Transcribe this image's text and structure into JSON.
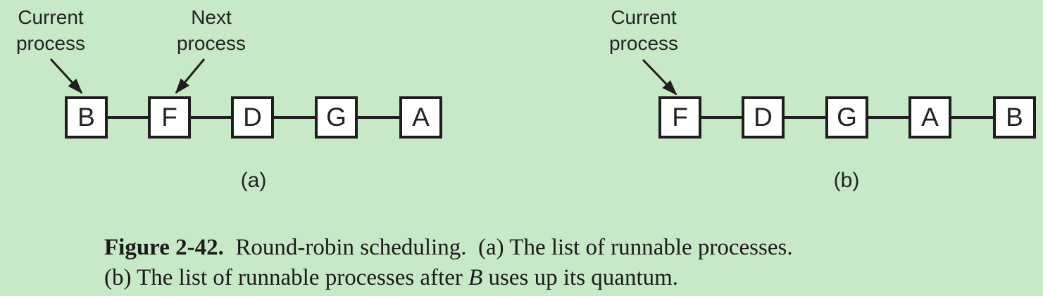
{
  "colors": {
    "background_green": "#c8e9c8",
    "ink_black": "#1e1e1e",
    "node_fill": "#ffffff"
  },
  "diagram_a": {
    "pointer_labels": [
      {
        "name": "current-process",
        "line1": "Current",
        "line2": "process"
      },
      {
        "name": "next-process",
        "line1": "Next",
        "line2": "process"
      }
    ],
    "nodes": [
      "B",
      "F",
      "D",
      "G",
      "A"
    ],
    "sublabel": "(a)"
  },
  "diagram_b": {
    "pointer_labels": [
      {
        "name": "current-process",
        "line1": "Current",
        "line2": "process"
      }
    ],
    "nodes": [
      "F",
      "D",
      "G",
      "A",
      "B"
    ],
    "sublabel": "(b)"
  },
  "caption": {
    "figure_label": "Figure 2-42.",
    "line1_rest": "  Round-robin scheduling.  (a) The list of runnable processes.",
    "line2_before_italic": "(b) The list of runnable processes after ",
    "line2_italic": "B",
    "line2_after_italic": " uses up its quantum."
  }
}
